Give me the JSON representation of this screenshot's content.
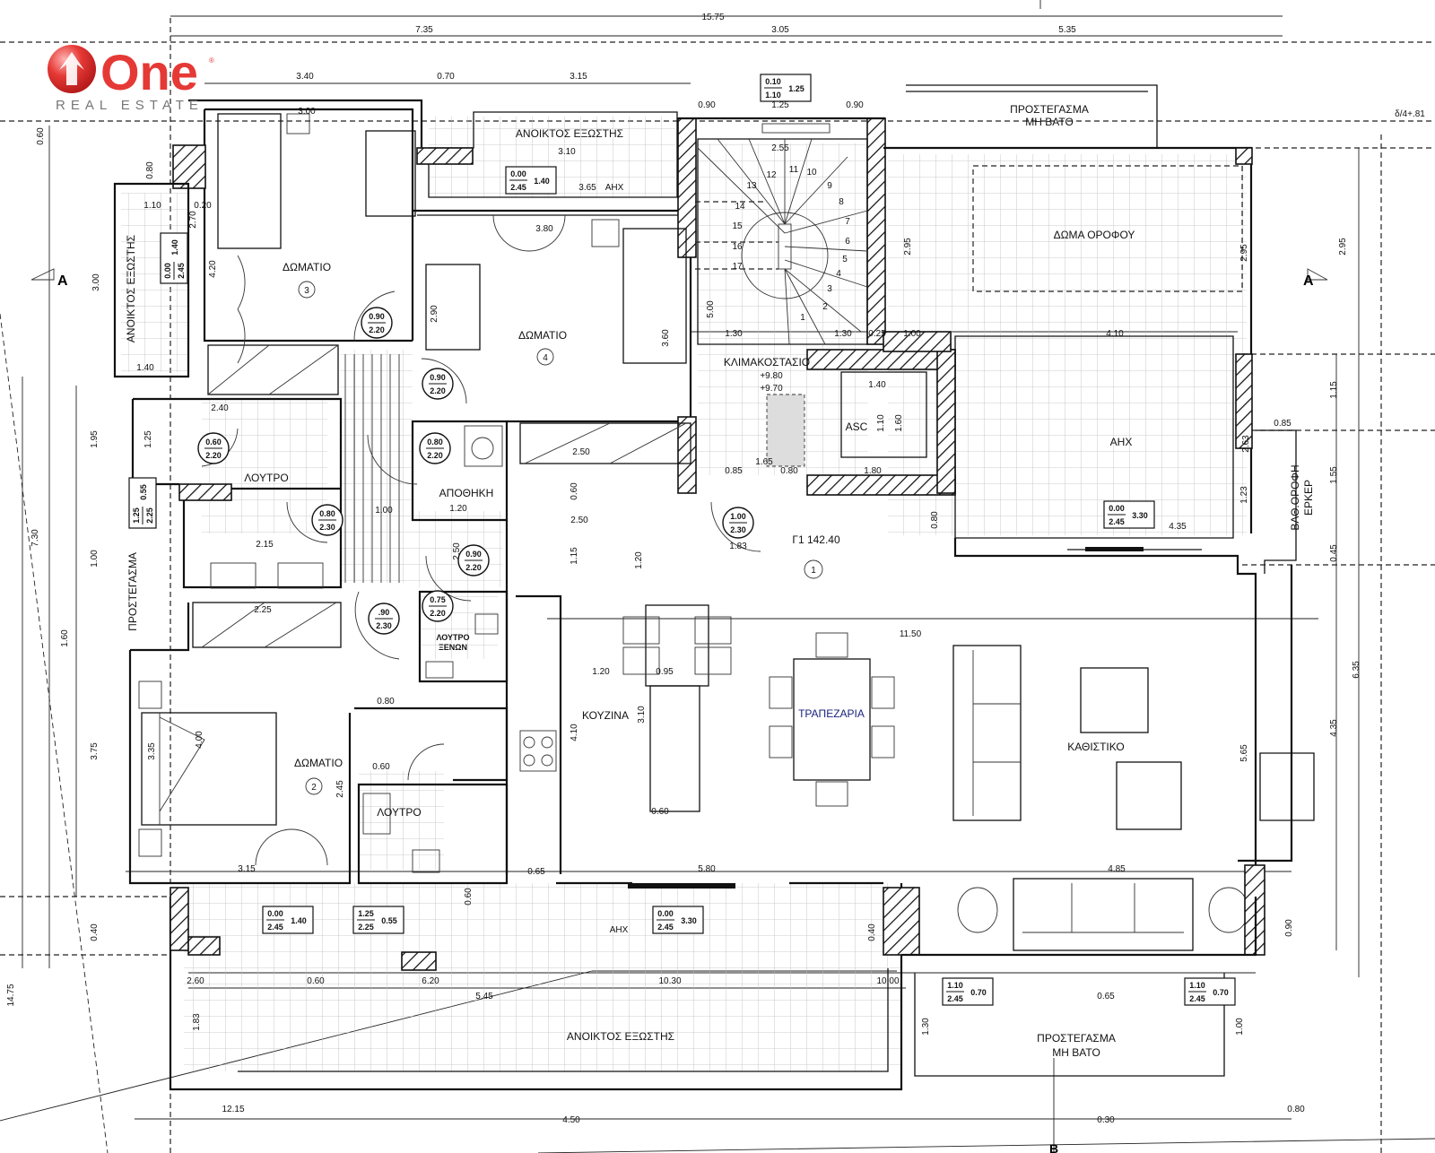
{
  "logo": {
    "brand": "One",
    "tagline": "REAL ESTATE",
    "registered": "®",
    "color": "#e53935"
  },
  "rooms": {
    "room3": "ΔΩΜΑΤΙΟ",
    "room3_no": "3",
    "room4": "ΔΩΜΑΤΙΟ",
    "room4_no": "4",
    "room2": "ΔΩΜΑΤΙΟ",
    "room2_no": "2",
    "top_balcony": "ΑΝΟΙΚΤΟΣ ΕΞΩΣΤΗΣ",
    "left_balcony": "ΑΝΟΙΚΤΟΣ ΕΞΩΣΤΗΣ",
    "ahx_top": "ΑΗΧ",
    "canopy_top_1": "ΠΡΟΣΤΕΓΑΣΜΑ",
    "canopy_top_2": "ΜΗ ΒΑΤΟ",
    "roof": "ΔΩΜΑ ΟΡΟΦΟΥ",
    "stairwell": "ΚΛΙΜΑΚΟΣΤΑΣΙΟ",
    "level_1": "+9.80",
    "level_2": "+9.70",
    "elevator": "ASC",
    "ahx_right": "ΑΗΧ",
    "erker_1": "ΒΑΘ.ΟΡΟΦΗ",
    "erker_2": "ΕΡΚΕΡ",
    "apartment": "Γ1  142.40",
    "apartment_no": "1",
    "bath1": "ΛΟΥΤΡΟ",
    "storage": "ΑΠΟΘΗΚΗ",
    "canopy_left": "ΠΡΟΣΤΕΓΑΣΜΑ",
    "guest_wc_1": "ΛΟΥΤΡΟ",
    "guest_wc_2": "ΞΕΝΩΝ",
    "kitchen": "ΚΟΥΖΙΝΑ",
    "dining": "ΤΡΑΠΕΖΑΡΙΑ",
    "living": "ΚΑΘΙΣΤΙΚΟ",
    "bath2": "ΛΟΥΤΡΟ",
    "ahx_bottom": "ΑΗΧ",
    "bottom_balcony": "ΑΝΟΙΚΤΟΣ ΕΞΩΣΤΗΣ",
    "canopy_bottom_1": "ΠΡΟΣΤΕΓΑΣΜΑ",
    "canopy_bottom_2": "ΜΗ ΒΑΤΟ",
    "section_a_left": "A",
    "section_a_right": "A",
    "section_b": "B",
    "ref": "δ/4+.81"
  },
  "openings": [
    {
      "w": "0.90",
      "h": "2.20"
    },
    {
      "w": "0.90",
      "h": "2.20"
    },
    {
      "w": "0.60",
      "h": "2.20"
    },
    {
      "w": "0.80",
      "h": "2.20"
    },
    {
      "w": "0.80",
      "h": "2.30"
    },
    {
      "w": "0.90",
      "h": "2.20"
    },
    {
      "w": ".90",
      "h": "2.30"
    },
    {
      "w": "0.75",
      "h": "2.20"
    },
    {
      "w": "1.00",
      "h": "2.30"
    }
  ],
  "windows": [
    {
      "sill": "0.00",
      "head": "2.45",
      "width": "1.40"
    },
    {
      "sill": "0.10",
      "head": "1.10",
      "width": "1.25"
    },
    {
      "sill": "0.00",
      "head": "2.45",
      "width": "1.40"
    },
    {
      "sill": "1.25",
      "head": "2.25",
      "width": "0.55"
    },
    {
      "sill": "0.00",
      "head": "2.45",
      "width": "3.30"
    },
    {
      "sill": "0.00",
      "head": "2.45",
      "width": "1.40"
    },
    {
      "sill": "1.25",
      "head": "2.25",
      "width": "0.55"
    },
    {
      "sill": "0.00",
      "head": "2.45",
      "width": "3.30"
    },
    {
      "sill": "1.10",
      "head": "2.45",
      "width": "0.70"
    },
    {
      "sill": "1.10",
      "head": "2.45",
      "width": "0.70"
    }
  ],
  "dimensions": [
    "15.75",
    "7.35",
    "3.05",
    "5.35",
    "3.40",
    "0.70",
    "3.15",
    "3.00",
    "0.90",
    "1.25",
    "0.90",
    "2.55",
    "3.10",
    "3.65",
    "3.80",
    "1.10",
    "0.20",
    "2.70",
    "4.20",
    "3.00",
    "2.90",
    "3.60",
    "5.00",
    "1.30",
    "1.30",
    "0.25",
    "1.00",
    "4.10",
    "2.95",
    "2.95",
    "2.95",
    "1.40",
    "1.10",
    "1.60",
    "1.80",
    "1.65",
    "0.85",
    "0.80",
    "2.50",
    "0.60",
    "2.40",
    "1.25",
    "2.15",
    "1.00",
    "1.20",
    "2.50",
    "1.15",
    "1.20",
    "2.25",
    "0.80",
    "1.20",
    "0.95",
    "3.10",
    "4.10",
    "11.50",
    "5.65",
    "4.35",
    "6.35",
    "1.15",
    "1.55",
    "0.45",
    "0.85",
    "2.63",
    "1.23",
    "4.35",
    "0.80",
    "3.75",
    "3.35",
    "4.00",
    "2.45",
    "0.60",
    "3.15",
    "5.80",
    "4.85",
    "0.65",
    "0.60",
    "2.60",
    "0.60",
    "6.20",
    "10.30",
    "5.45",
    "0.65",
    "10.00",
    "4.50",
    "0.30",
    "12.15",
    "14.75",
    "7.30",
    "1.60",
    "1.95",
    "1.00",
    "0.40",
    "0.60",
    "0.80",
    "1.40",
    "0.60",
    "2.50",
    "0.80",
    "1.83",
    "1.83",
    "1.30",
    "1.00",
    "0.90",
    "0.40"
  ],
  "stair_steps": [
    "1",
    "2",
    "3",
    "4",
    "5",
    "6",
    "7",
    "8",
    "9",
    "10",
    "11",
    "12",
    "13",
    "14",
    "15",
    "16",
    "17"
  ]
}
